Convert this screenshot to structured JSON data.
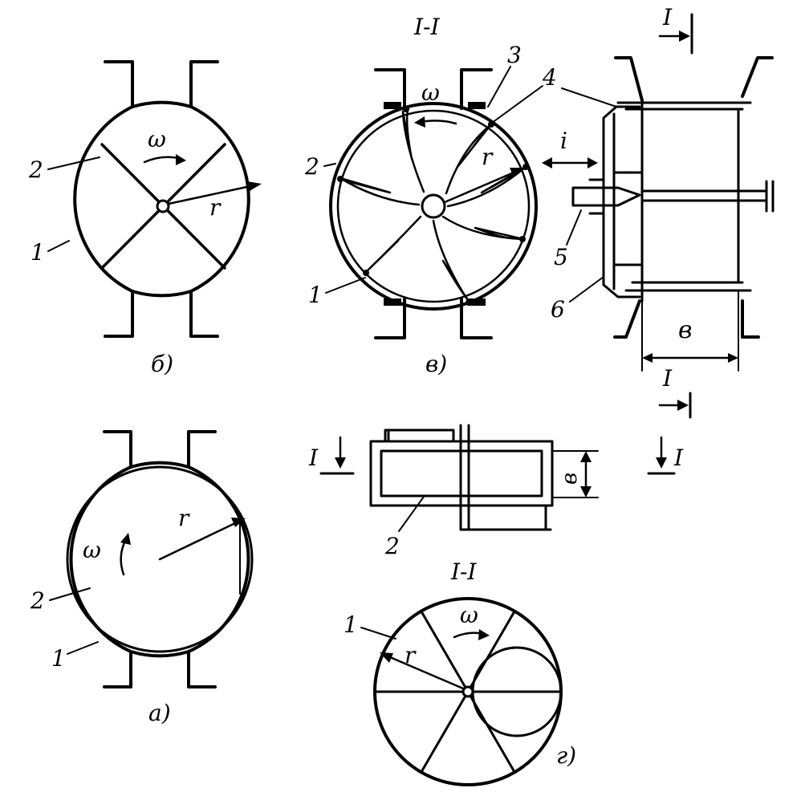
{
  "symbols": {
    "omega": "ω",
    "radius": "r",
    "width": "в",
    "gear_ratio": "i",
    "section": "I",
    "section_cut": "I-I"
  },
  "panel_labels": {
    "a": "а)",
    "b": "б)",
    "v": "в)",
    "g": "г)"
  },
  "callouts": {
    "n1": "1",
    "n2": "2",
    "n3": "3",
    "n4": "4",
    "n5": "5",
    "n6": "6"
  },
  "colors": {
    "ink": "#000000",
    "paper": "#ffffff"
  }
}
